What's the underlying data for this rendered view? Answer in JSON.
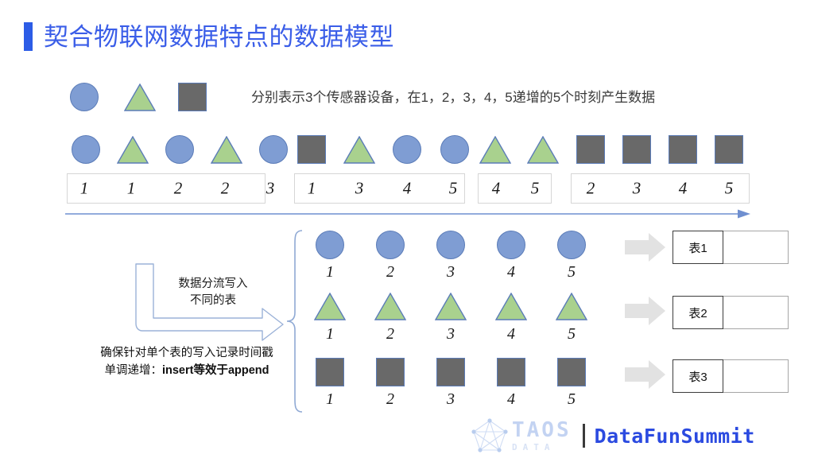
{
  "title": "契合物联网数据特点的数据模型",
  "legend": {
    "shapes": [
      "circle",
      "triangle",
      "square"
    ],
    "text": "分别表示3个传感器设备，在1，2，3，4，5递增的5个时刻产生数据"
  },
  "timeline": {
    "arrow": "right-arrow",
    "groups": [
      {
        "shapes": [
          "circle",
          "triangle",
          "circle",
          "triangle",
          "circle"
        ],
        "labels": [
          "1",
          "1",
          "2",
          "2",
          "3"
        ]
      },
      {
        "shapes": [
          "square",
          "triangle",
          "circle",
          "circle"
        ],
        "labels": [
          "1",
          "3",
          "4",
          "5"
        ]
      },
      {
        "shapes": [
          "triangle",
          "triangle"
        ],
        "labels": [
          "4",
          "5"
        ]
      },
      {
        "shapes": [
          "square",
          "square",
          "square",
          "square"
        ],
        "labels": [
          "2",
          "3",
          "4",
          "5"
        ]
      }
    ]
  },
  "split": {
    "annotation_1": [
      "数据分流写入",
      "不同的表"
    ],
    "annotation_2_line1": "确保针对单个表的写入记录时间戳",
    "annotation_2_line2_prefix": "单调递增：",
    "annotation_2_line2_bold": "insert等效于append",
    "rows": [
      {
        "shape": "circle",
        "labels": [
          "1",
          "2",
          "3",
          "4",
          "5"
        ],
        "table": "表1"
      },
      {
        "shape": "triangle",
        "labels": [
          "1",
          "2",
          "3",
          "4",
          "5"
        ],
        "table": "表2"
      },
      {
        "shape": "square",
        "labels": [
          "1",
          "2",
          "3",
          "4",
          "5"
        ],
        "table": "表3"
      }
    ]
  },
  "footer": {
    "logo_mark": "pentagon-network-icon",
    "brand_main": "TAOS",
    "brand_sub": "DATA",
    "event": "DataFunSummit"
  },
  "colors": {
    "title_blue": "#3b5ee8",
    "circle_fill": "#7f9dd3",
    "triangle_fill": "#a9d18e",
    "square_fill": "#696969",
    "shape_stroke": "#5b7cb8",
    "brace_blue": "#8fa9d4",
    "arrow_gray": "#e2e2e2",
    "event_blue": "#2b4ae0"
  }
}
